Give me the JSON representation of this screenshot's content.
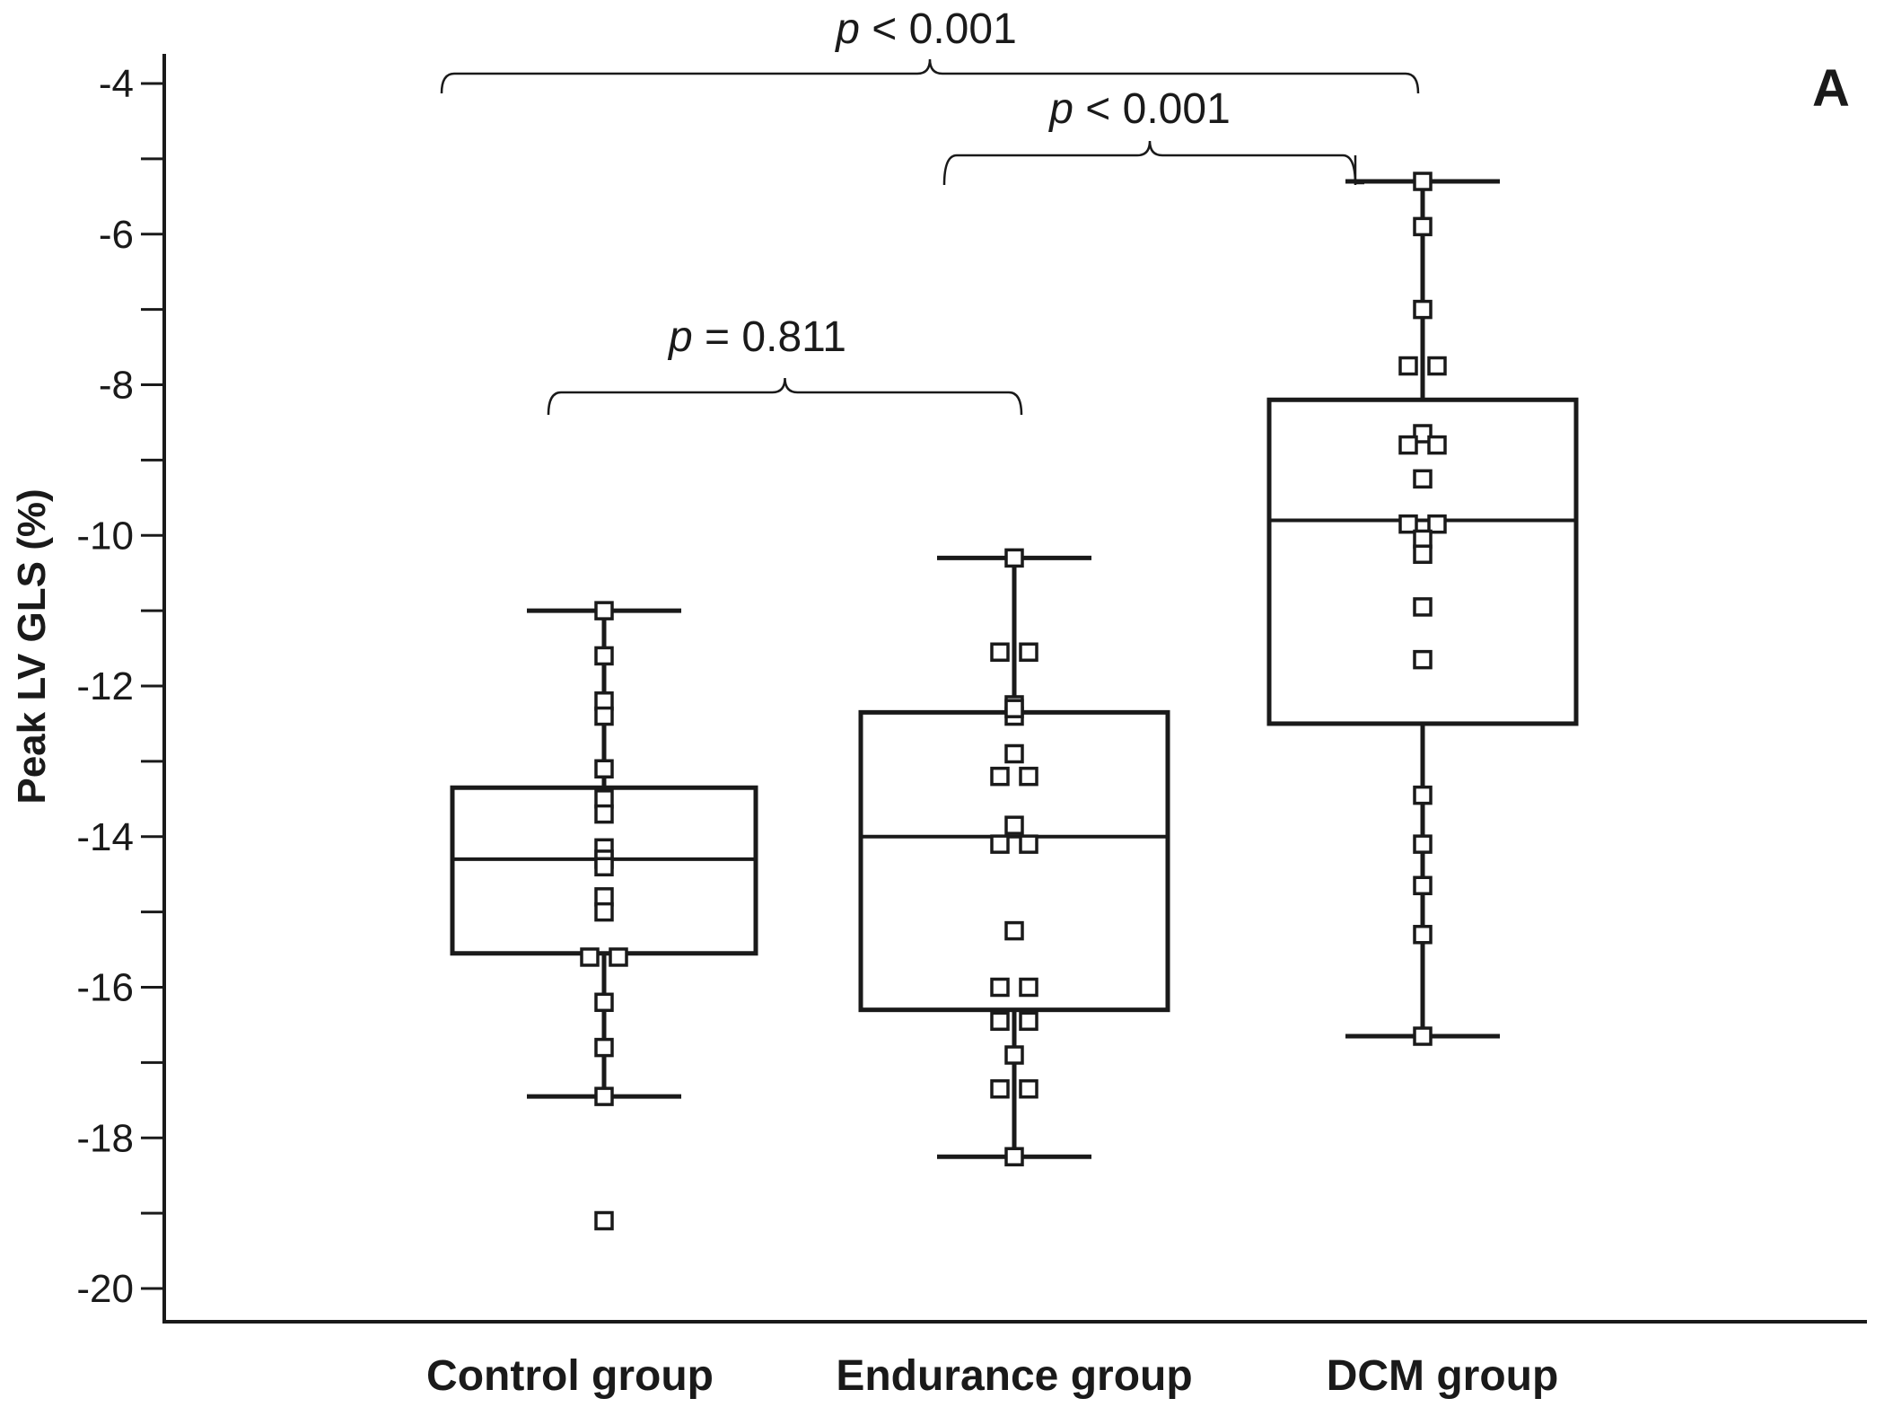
{
  "chart_data": {
    "type": "box",
    "panel_label": "A",
    "ylabel": "Peak LV GLS (%)",
    "xlabel": "",
    "ylim": [
      -20.5,
      -3.6
    ],
    "yticks_major": [
      -4,
      -6,
      -8,
      -10,
      -12,
      -14,
      -16,
      -18,
      -20
    ],
    "yticks_minor": [
      -5,
      -7,
      -9,
      -11,
      -13,
      -15,
      -17,
      -19
    ],
    "categories": [
      "Control group",
      "Endurance group",
      "DCM group"
    ],
    "boxes": [
      {
        "category": "Control group",
        "whisker_high": -11.0,
        "q3": -13.35,
        "median": -14.3,
        "q1": -15.55,
        "whisker_low": -17.45,
        "points": [
          -11.0,
          -11.6,
          -12.2,
          -12.4,
          -13.1,
          -13.5,
          -13.7,
          -14.15,
          -14.3,
          -14.4,
          -14.8,
          -15.0,
          -15.6,
          -15.6,
          -16.2,
          -16.8,
          -17.45,
          -19.1
        ]
      },
      {
        "category": "Endurance group",
        "whisker_high": -10.3,
        "q3": -12.35,
        "median": -14.0,
        "q1": -16.3,
        "whisker_low": -18.25,
        "points": [
          -10.3,
          -11.55,
          -11.55,
          -12.25,
          -12.4,
          -12.3,
          -12.9,
          -13.2,
          -13.2,
          -13.85,
          -14.1,
          -14.1,
          -15.25,
          -16.0,
          -16.0,
          -16.45,
          -16.45,
          -16.9,
          -17.35,
          -17.35,
          -18.25
        ]
      },
      {
        "category": "DCM group",
        "whisker_high": -5.3,
        "q3": -8.2,
        "median": -9.8,
        "q1": -12.5,
        "whisker_low": -16.65,
        "points": [
          -5.3,
          -5.9,
          -7.0,
          -7.75,
          -7.75,
          -8.65,
          -8.8,
          -8.8,
          -9.25,
          -9.85,
          -9.85,
          -10.05,
          -10.25,
          -10.95,
          -11.65,
          -13.45,
          -14.1,
          -14.65,
          -15.3,
          -16.65
        ]
      }
    ],
    "comparisons": [
      {
        "groups": [
          "Control group",
          "DCM group"
        ],
        "label_prefix": "p",
        "label_rest": " < 0.001"
      },
      {
        "groups": [
          "Endurance group",
          "DCM group"
        ],
        "label_prefix": "p",
        "label_rest": " < 0.001"
      },
      {
        "groups": [
          "Control group",
          "Endurance group"
        ],
        "label_prefix": "p",
        "label_rest": " = 0.811"
      }
    ],
    "grid": false,
    "legend": "none",
    "colors": {
      "ink": "#1a1a1a",
      "marker_fill": "#ffffff",
      "background": "#ffffff"
    }
  }
}
